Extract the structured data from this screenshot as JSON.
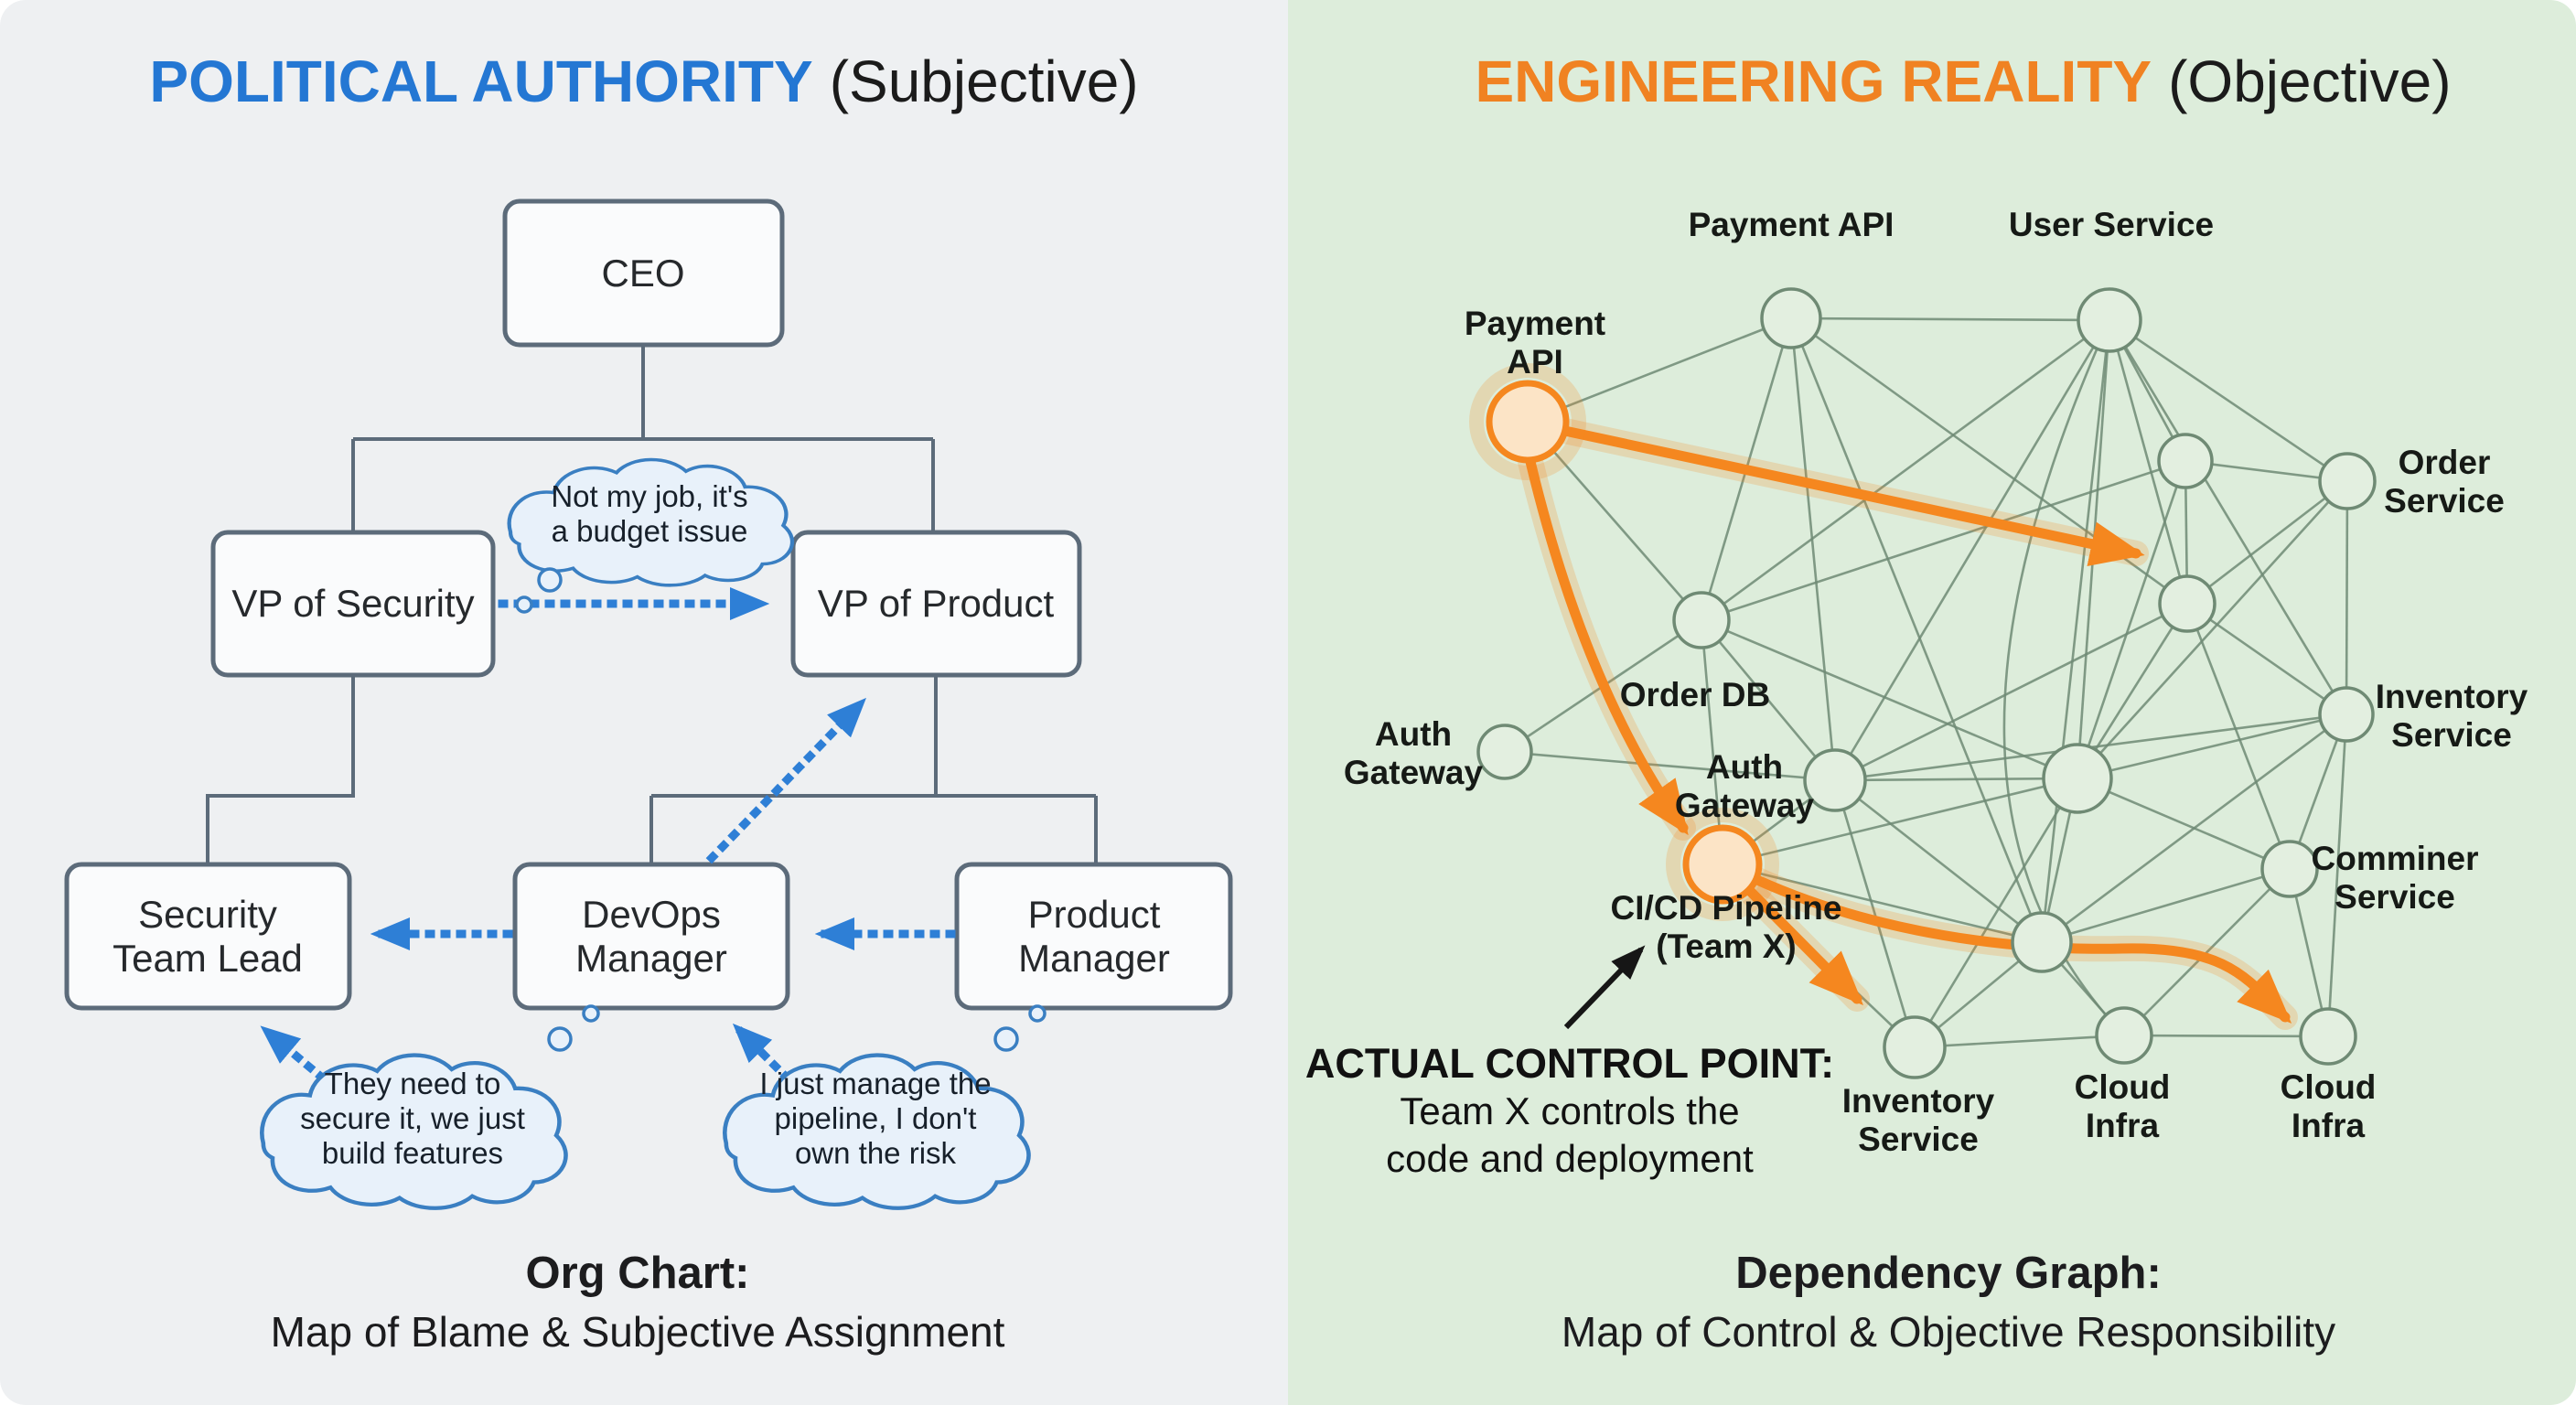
{
  "left": {
    "title": "POLITICAL AUTHORITY",
    "title_suffix": "(Subjective)",
    "boxes": {
      "ceo": "CEO",
      "vp_security": "VP of Security",
      "vp_product": "VP of Product",
      "security_lead": {
        "l1": "Security",
        "l2": "Team Lead"
      },
      "devops": {
        "l1": "DevOps",
        "l2": "Manager"
      },
      "product": {
        "l1": "Product",
        "l2": "Manager"
      }
    },
    "clouds": {
      "budget": {
        "l1": "Not my job, it's",
        "l2": "a budget issue"
      },
      "secure": {
        "l1": "They need to",
        "l2": "secure it, we just",
        "l3": "build features"
      },
      "pipeline": {
        "l1": "I just manage the",
        "l2": "pipeline, I don't",
        "l3": "own the risk"
      }
    },
    "caption": {
      "title": "Org Chart:",
      "subtitle": "Map of Blame & Subjective Assignment"
    }
  },
  "right": {
    "title": "ENGINEERING REALITY",
    "title_suffix": "(Objective)",
    "labels": {
      "payment_api_top": "Payment API",
      "user_service": "User Service",
      "payment_api": {
        "l1": "Payment",
        "l2": "API"
      },
      "order_service": {
        "l1": "Order",
        "l2": "Service"
      },
      "order_db": "Order DB",
      "auth_gateway_left": {
        "l1": "Auth",
        "l2": "Gateway"
      },
      "auth_gateway": {
        "l1": "Auth",
        "l2": "Gateway"
      },
      "inventory_service": {
        "l1": "Inventory",
        "l2": "Service"
      },
      "comminer_service": {
        "l1": "Comminer",
        "l2": "Service"
      },
      "cicd": {
        "l1": "CI/CD Pipeline",
        "l2": "(Team X)"
      },
      "inventory_service_bottom": {
        "l1": "Inventory",
        "l2": "Service"
      },
      "cloud_infra_mid": {
        "l1": "Cloud",
        "l2": "Infra"
      },
      "cloud_infra_right": {
        "l1": "Cloud",
        "l2": "Infra"
      }
    },
    "annotation": {
      "heading": "ACTUAL CONTROL POINT:",
      "l1": "Team X controls the",
      "l2": "code and deployment"
    },
    "caption": {
      "title": "Dependency Graph:",
      "subtitle": "Map of Control & Objective Responsibility"
    }
  },
  "colors": {
    "title_blue": "#2477d3",
    "title_orange": "#f08222",
    "accent_orange": "#f5871f",
    "arrow_blue": "#2e7fd6",
    "org_stroke": "#5c6b7a",
    "graph_edge": "#6f8a74",
    "left_bg": "#eef0f2",
    "right_bg": "#ddeddb"
  }
}
